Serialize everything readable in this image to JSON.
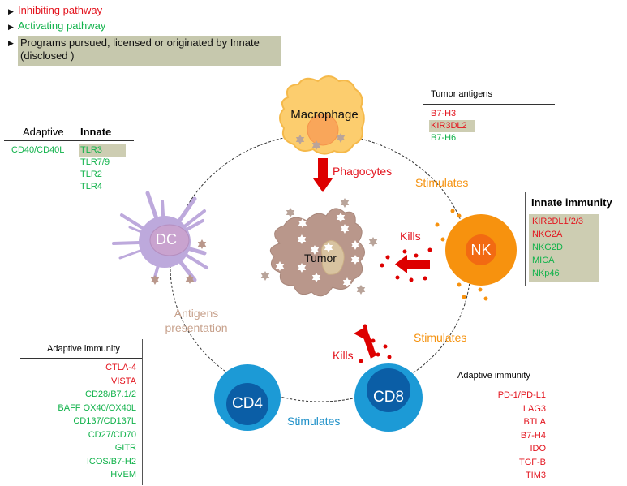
{
  "legend": [
    {
      "label": "Inhibiting pathway",
      "color": "#e3141e",
      "icon": "triangle-bullet-icon"
    },
    {
      "label": "Activating pathway",
      "color": "#10b24a",
      "icon": "triangle-bullet-icon"
    },
    {
      "label": "Programs pursued, licensed or originated by Innate  (disclosed )",
      "color": "#111111",
      "highlight": "#c6c8ad",
      "icon": "triangle-bullet-icon"
    }
  ],
  "colors": {
    "inhibiting": "#e3141e",
    "activating": "#10b24a",
    "highlight": "#c6c8ad",
    "macrophage": "#fccd6e",
    "nk": "#f7920e",
    "dc": "#bda9dc",
    "tumor": "#b9978b",
    "cd_outer": "#1c9ad6",
    "cd_inner": "#0b5ea6",
    "arrow": "#dd0000"
  },
  "adaptive_innate_table": {
    "adaptive_header": "Adaptive",
    "innate_header": "Innate",
    "adaptive_items": [
      {
        "text": "CD40/CD40L",
        "type": "activating",
        "highlight": false
      }
    ],
    "innate_items": [
      {
        "text": "TLR3",
        "type": "activating",
        "highlight": true
      },
      {
        "text": "TLR7/9",
        "type": "activating",
        "highlight": false
      },
      {
        "text": "TLR2",
        "type": "activating",
        "highlight": false
      },
      {
        "text": "TLR4",
        "type": "activating",
        "highlight": false
      }
    ]
  },
  "tumor_antigens": {
    "header": "Tumor  antigens",
    "items": [
      {
        "text": "B7-H3",
        "type": "inhibiting",
        "highlight": false
      },
      {
        "text": "KIR3DL2",
        "type": "inhibiting",
        "highlight": true
      },
      {
        "text": "B7-H6",
        "type": "activating",
        "highlight": false
      }
    ]
  },
  "innate_immunity": {
    "header": "Innate immunity",
    "items": [
      {
        "text": "KIR2DL1/2/3",
        "type": "inhibiting"
      },
      {
        "text": "NKG2A",
        "type": "inhibiting"
      },
      {
        "text": "NKG2D",
        "type": "activating"
      },
      {
        "text": "MICA",
        "type": "activating"
      },
      {
        "text": "NKp46",
        "type": "activating"
      }
    ]
  },
  "adaptive_immunity_left": {
    "header": "Adaptive immunity",
    "items": [
      {
        "text": "CTLA-4",
        "type": "inhibiting"
      },
      {
        "text": "VISTA",
        "type": "inhibiting"
      },
      {
        "text": "CD28/B7.1/2",
        "type": "activating"
      },
      {
        "text": "BAFF OX40/OX40L",
        "type": "activating"
      },
      {
        "text": "CD137/CD137L",
        "type": "activating"
      },
      {
        "text": "CD27/CD70",
        "type": "activating"
      },
      {
        "text": "GITR",
        "type": "activating"
      },
      {
        "text": "ICOS/B7-H2",
        "type": "activating"
      },
      {
        "text": "HVEM",
        "type": "activating"
      }
    ]
  },
  "adaptive_immunity_right": {
    "header": "Adaptive immunity",
    "items": [
      {
        "text": "PD-1/PD-L1",
        "type": "inhibiting"
      },
      {
        "text": "LAG3",
        "type": "inhibiting"
      },
      {
        "text": "BTLA",
        "type": "inhibiting"
      },
      {
        "text": "B7-H4",
        "type": "inhibiting"
      },
      {
        "text": "IDO",
        "type": "inhibiting"
      },
      {
        "text": "TGF-B",
        "type": "inhibiting"
      },
      {
        "text": "TIM3",
        "type": "inhibiting"
      }
    ]
  },
  "cells": {
    "macrophage": "Macrophage",
    "tumor": "Tumor",
    "nk": "NK",
    "dc": "DC",
    "cd4": "CD4",
    "cd8": "CD8"
  },
  "flows": {
    "phagocytes": "Phagocytes",
    "stimulates_macrophage_nk": "Stimulates",
    "kills_nk": "Kills",
    "stimulates_nk_cd8": "Stimulates",
    "kills_cd8": "Kills",
    "stimulates_cd4_cd8": "Stimulates",
    "antigens_presentation_line1": "Antigens",
    "antigens_presentation_line2": "presentation"
  }
}
